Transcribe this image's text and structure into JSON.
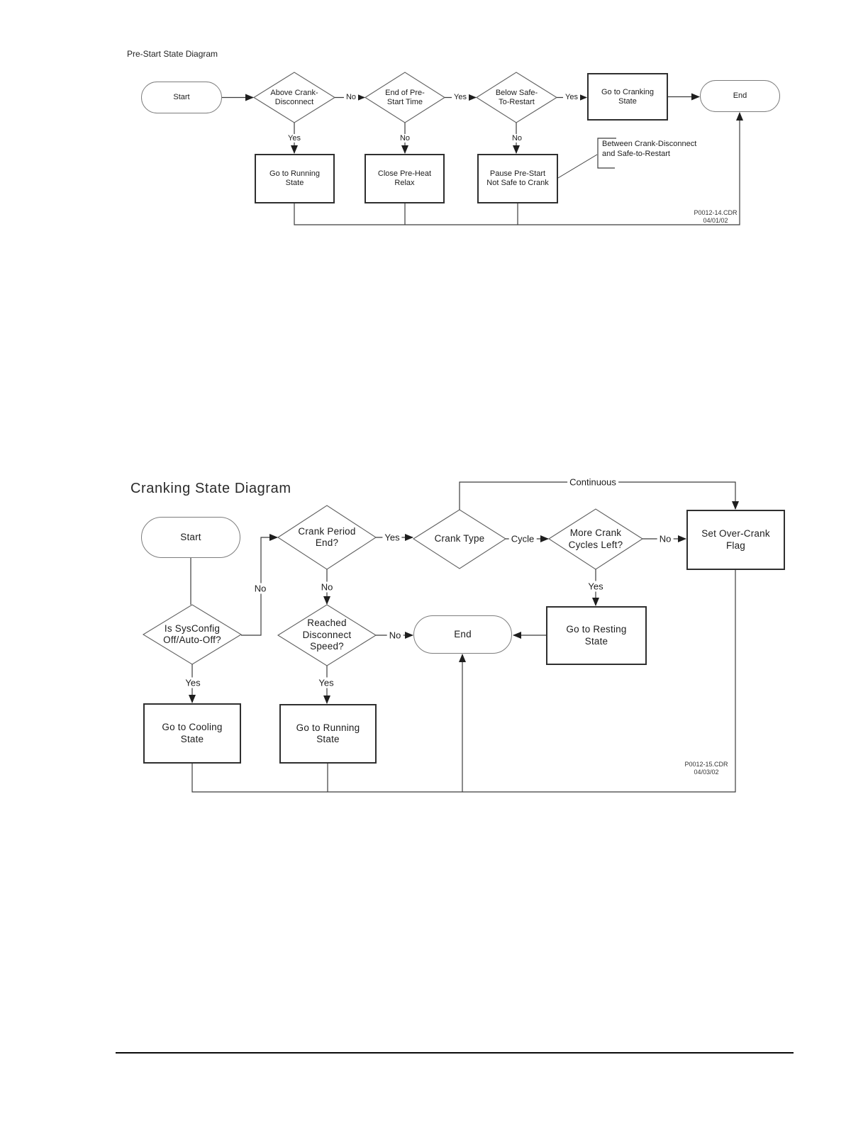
{
  "diagram1": {
    "title": "Pre-Start State Diagram",
    "start": "Start",
    "end": "End",
    "decisions": {
      "above_crank": "Above Crank-\nDisconnect",
      "end_prestart": "End of Pre-\nStart Time",
      "below_safe": "Below Safe-\nTo-Restart"
    },
    "processes": {
      "go_cranking": "Go to Cranking\nState",
      "go_running": "Go to Running\nState",
      "close_preheat": "Close Pre-Heat\nRelax",
      "pause_prestart": "Pause Pre-Start\nNot Safe to Crank"
    },
    "labels": {
      "no_between": "No",
      "yes_between_1": "Yes",
      "yes_between_2": "Yes",
      "yes_down": "Yes",
      "no_down_1": "No",
      "no_down_2": "No"
    },
    "note": "Between Crank-Disconnect\nand Safe-to-Restart",
    "file_label": "P0012-14.CDR\n04/01/02"
  },
  "diagram2": {
    "title": "Cranking State Diagram",
    "start": "Start",
    "end": "End",
    "decisions": {
      "crank_period": "Crank Period\nEnd?",
      "crank_type": "Crank Type",
      "more_cycles": "More Crank\nCycles Left?",
      "sysconfig": "Is SysConfig\nOff/Auto-Off?",
      "reached": "Reached\nDisconnect\nSpeed?"
    },
    "processes": {
      "set_overcrank": "Set Over-Crank\nFlag",
      "go_resting": "Go to Resting\nState",
      "go_cooling": "Go to Cooling\nState",
      "go_running": "Go to Running\nState"
    },
    "labels": {
      "continuous": "Continuous",
      "yes_crank_period": "Yes",
      "cycle": "Cycle",
      "no_more_cycles": "No",
      "yes_more_cycles": "Yes",
      "no_sysconfig": "No",
      "yes_sysconfig": "Yes",
      "no_crank_period": "No",
      "no_reached": "No",
      "yes_reached": "Yes"
    },
    "file_label": "P0012-15.CDR\n04/03/02"
  }
}
